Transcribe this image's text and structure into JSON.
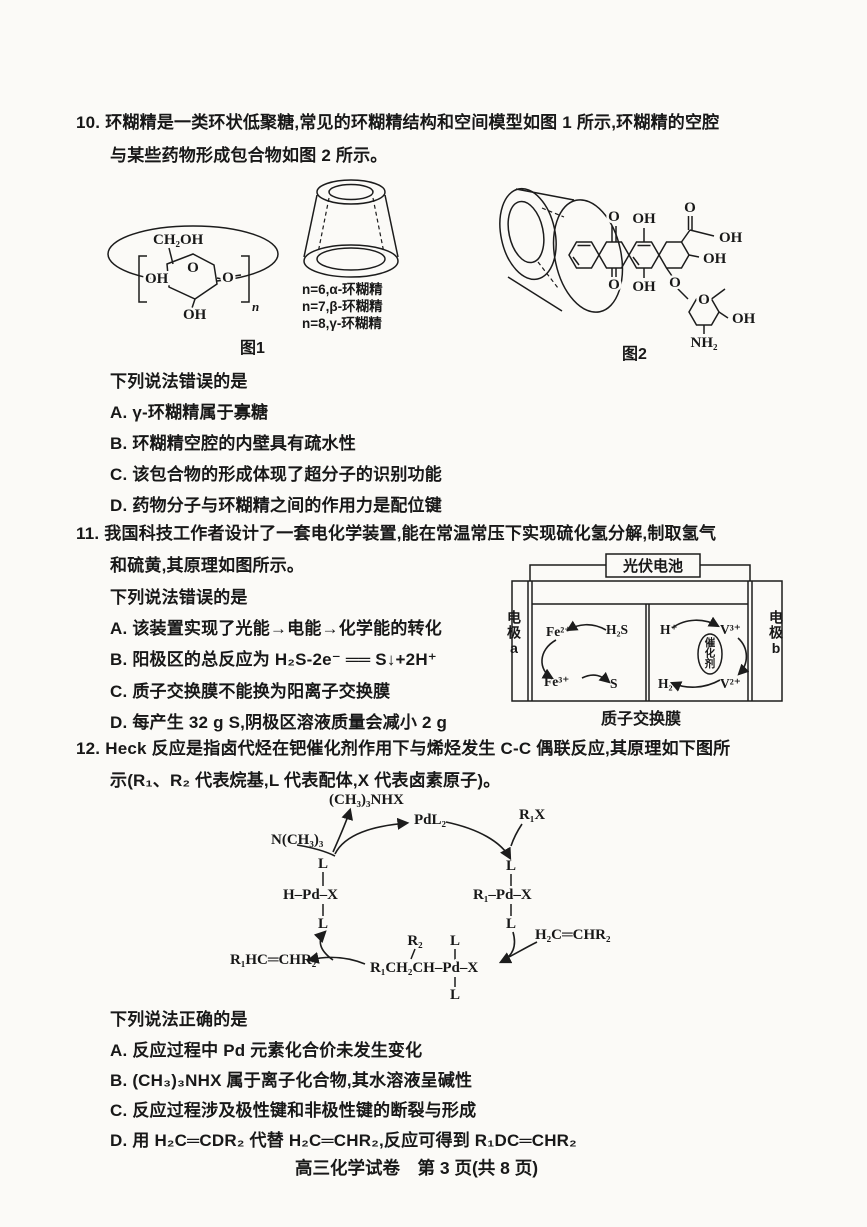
{
  "page": {
    "footer": "高三化学试卷　第 3 页(共 8 页)"
  },
  "q10": {
    "number": "10.",
    "line1": "环糊精是一类环状低聚糖,常见的环糊精结构和空间模型如图 1 所示,环糊精的空腔",
    "line2": "与某些药物形成包合物如图 2 所示。",
    "prompt": "下列说法错误的是",
    "options": [
      "A. γ-环糊精属于寡糖",
      "B. 环糊精空腔的内壁具有疏水性",
      "C. 该包合物的形成体现了超分子的识别功能",
      "D. 药物分子与环糊精之间的作用力是配位键"
    ],
    "fig1": {
      "caption": "图1",
      "ch2oh": "CH₂OH",
      "ring_o": "O",
      "oh_left": "OH",
      "o_link": "O",
      "oh_bottom": "OH",
      "n": "n",
      "legend": [
        "n=6,α-环糊精",
        "n=7,β-环糊精",
        "n=8,γ-环糊精"
      ]
    },
    "fig2": {
      "caption": "图2",
      "o_top": "O",
      "oh_top": "OH",
      "o_chain": "O",
      "oh_chain": "OH",
      "oh_mid": "OH",
      "o_bottom": "O",
      "oh_bottom": "OH",
      "o_glyco": "O",
      "sugar_o": "O",
      "oh_sugar": "OH",
      "nh2": "NH₂"
    }
  },
  "q11": {
    "number": "11.",
    "line1": "我国科技工作者设计了一套电化学装置,能在常温常压下实现硫化氢分解,制取氢气",
    "line2": "和硫黄,其原理如图所示。",
    "prompt": "下列说法错误的是",
    "options": [
      "A. 该装置实现了光能→电能→化学能的转化",
      "B. 阳极区的总反应为 H₂S-2e⁻ ══ S↓+2H⁺",
      "C. 质子交换膜不能换为阳离子交换膜",
      "D. 每产生 32 g S,阴极区溶液质量会减小 2 g"
    ],
    "diagram": {
      "pv_cell": "光伏电池",
      "electrode_a": "电极a",
      "electrode_b": "电极b",
      "fe2": "Fe²⁺",
      "fe3": "Fe³⁺",
      "h2s": "H₂S",
      "s": "S",
      "h_plus": "H⁺",
      "v3": "V³⁺",
      "h2": "H₂",
      "v2": "V²⁺",
      "catalyst": "催化剂",
      "membrane": "质子交换膜"
    }
  },
  "q12": {
    "number": "12.",
    "line1": "Heck 反应是指卤代烃在钯催化剂作用下与烯烃发生 C-C 偶联反应,其原理如下图所",
    "line2": "示(R₁、R₂ 代表烷基,L 代表配体,X 代表卤素原子)。",
    "prompt": "下列说法正确的是",
    "options": [
      "A. 反应过程中 Pd 元素化合价未发生变化",
      "B. (CH₃)₃NHX 属于离子化合物,其水溶液呈碱性",
      "C. 反应过程涉及极性键和非极性键的断裂与形成",
      "D. 用 H₂C═CDR₂ 代替 H₂C═CHR₂,反应可得到 R₁DC═CHR₂"
    ],
    "cycle": {
      "amine_salt": "(CH₃)₃NHX",
      "pdl2": "PdL₂",
      "r1x": "R₁X",
      "amine": "N(CH₃)₃",
      "l": "L",
      "h_pd_x": "H–Pd–X",
      "r1_pd_x": "R₁–Pd–X",
      "alkene": "H₂C═CHR₂",
      "r2": "R₂",
      "insertion": "R₁CH₂CH–Pd–X",
      "product": "R₁HC═CHR₂"
    }
  }
}
